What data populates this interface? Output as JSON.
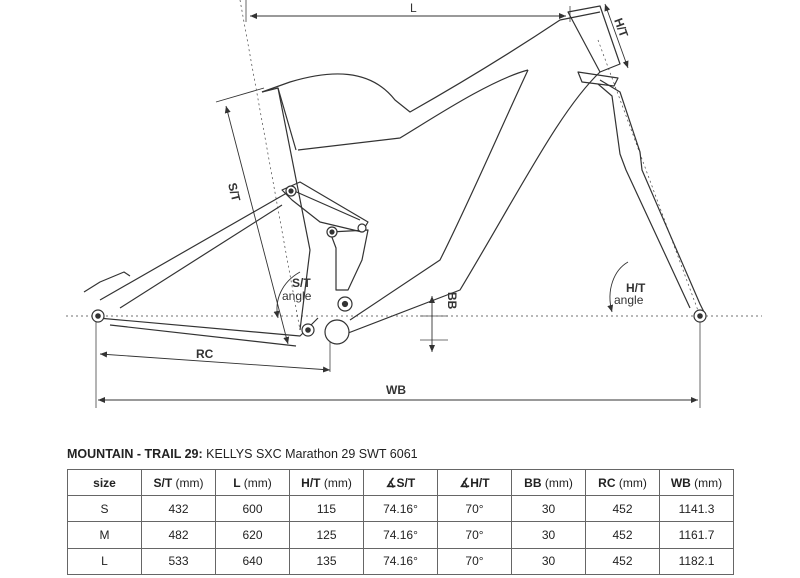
{
  "diagram": {
    "labels": {
      "reach": "L",
      "head_tube": "H/T",
      "seat_tube": "S/T",
      "bb_drop": "BB",
      "chainstay": "RC",
      "wheelbase": "WB",
      "seat_angle": "S/T",
      "seat_angle_sub": "angle",
      "head_angle": "H/T",
      "head_angle_sub": "angle"
    }
  },
  "caption": {
    "category": "MOUNTAIN - TRAIL 29:",
    "model": "KELLYS SXC Marathon 29 SWT 6061"
  },
  "table": {
    "headers": [
      {
        "label": "size",
        "unit": ""
      },
      {
        "label": "S/T",
        "unit": "(mm)"
      },
      {
        "label": "L",
        "unit": "(mm)"
      },
      {
        "label": "H/T",
        "unit": "(mm)"
      },
      {
        "label": "∡S/T",
        "unit": ""
      },
      {
        "label": "∡H/T",
        "unit": ""
      },
      {
        "label": "BB",
        "unit": "(mm)"
      },
      {
        "label": "RC",
        "unit": "(mm)"
      },
      {
        "label": "WB",
        "unit": "(mm)"
      }
    ],
    "rows": [
      [
        "S",
        "432",
        "600",
        "115",
        "74.16°",
        "70°",
        "30",
        "452",
        "1141.3"
      ],
      [
        "M",
        "482",
        "620",
        "125",
        "74.16°",
        "70°",
        "30",
        "452",
        "1161.7"
      ],
      [
        "L",
        "533",
        "640",
        "135",
        "74.16°",
        "70°",
        "30",
        "452",
        "1182.1"
      ]
    ]
  }
}
